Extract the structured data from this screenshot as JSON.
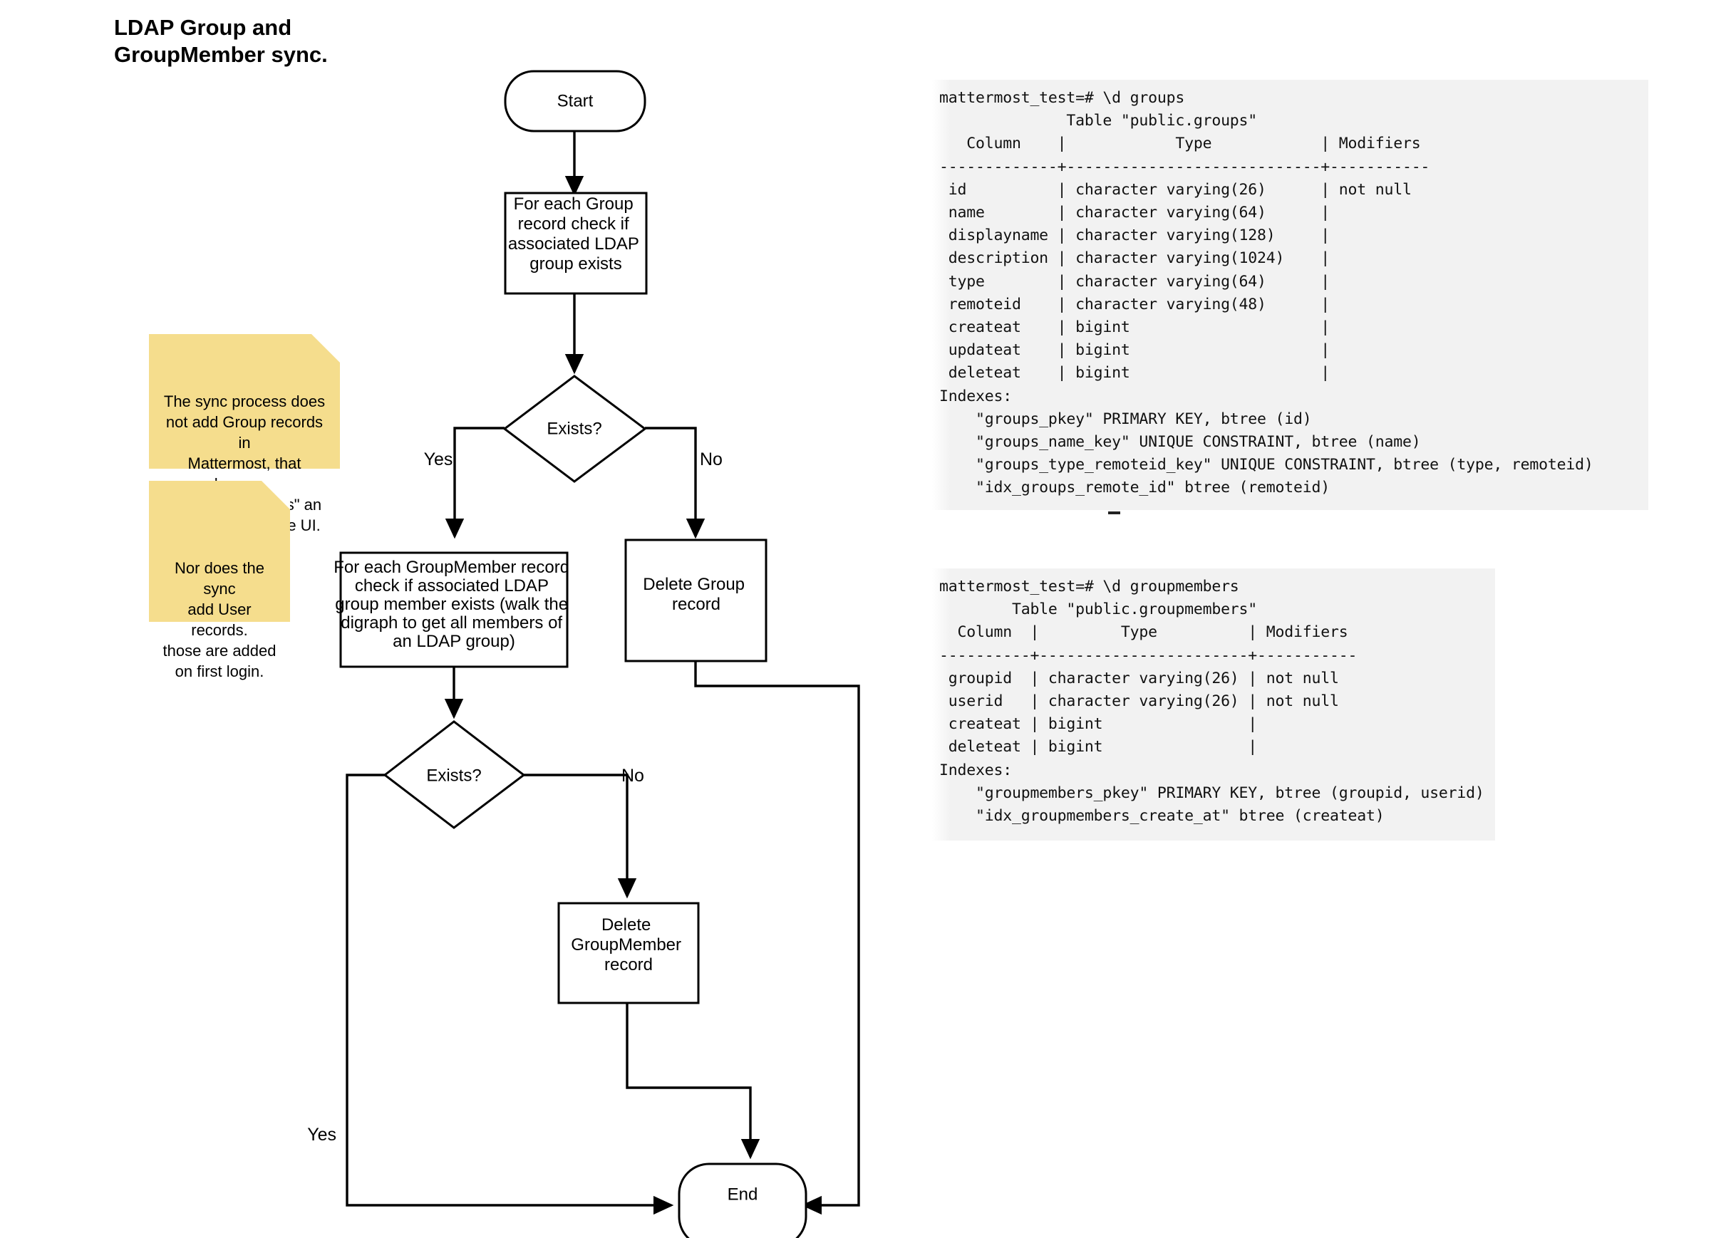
{
  "title": "LDAP Group and\nGroupMember sync.",
  "flowchart": {
    "nodes": {
      "start": "Start",
      "check_group": "For each Group\nrecord check if\nassociated LDAP\ngroup exists",
      "exists_group": "Exists?",
      "check_groupmember": "For each GroupMember record\ncheck if associated LDAP\ngroup member exists (walk the\ndigraph to get all members of\nan LDAP group)",
      "delete_group": "Delete Group\nrecord",
      "exists_groupmember": "Exists?",
      "delete_groupmember": "Delete\nGroupMember\nrecord",
      "end": "End"
    },
    "edge_labels": {
      "group_yes": "Yes",
      "group_no": "No",
      "member_no": "No",
      "member_yes": "Yes"
    }
  },
  "notes": [
    {
      "id": "note-sync-no-group-add",
      "text": "The sync process does\nnot add Group records in\nMattermost, that happens\nwhen a user \"links\" an\nLDAP group in the UI."
    },
    {
      "id": "note-sync-no-user-add",
      "text": "Nor does the sync\nadd User records.\nthose are added\non first login."
    }
  ],
  "terminals": [
    {
      "id": "psql-groups",
      "text": "mattermost_test=# \\d groups\n              Table \"public.groups\"\n   Column    |            Type            | Modifiers \n-------------+----------------------------+-----------\n id          | character varying(26)      | not null\n name        | character varying(64)      |\n displayname | character varying(128)     |\n description | character varying(1024)    |\n type        | character varying(64)      |\n remoteid    | character varying(48)      |\n createat    | bigint                     |\n updateat    | bigint                     |\n deleteat    | bigint                     |\nIndexes:\n    \"groups_pkey\" PRIMARY KEY, btree (id)\n    \"groups_name_key\" UNIQUE CONSTRAINT, btree (name)\n    \"groups_type_remoteid_key\" UNIQUE CONSTRAINT, btree (type, remoteid)\n    \"idx_groups_remote_id\" btree (remoteid)"
    },
    {
      "id": "psql-groupmembers",
      "text": "mattermost_test=# \\d groupmembers\n        Table \"public.groupmembers\"\n  Column  |         Type          | Modifiers \n----------+-----------------------+-----------\n groupid  | character varying(26) | not null\n userid   | character varying(26) | not null\n createat | bigint                |\n deleteat | bigint                |\nIndexes:\n    \"groupmembers_pkey\" PRIMARY KEY, btree (groupid, userid)\n    \"idx_groupmembers_create_at\" btree (createat)"
    }
  ],
  "colors": {
    "sticky": "#f5dd8d",
    "terminal_bg": "#f2f2f2",
    "stroke": "#000000"
  }
}
